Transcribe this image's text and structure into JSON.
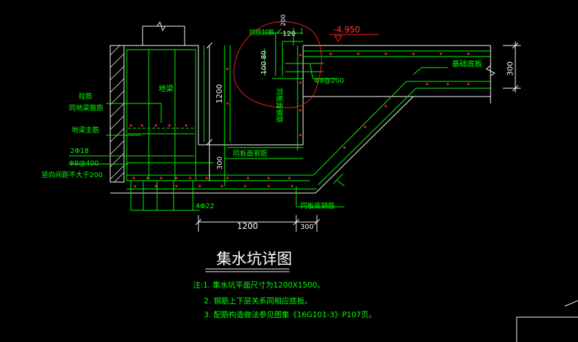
{
  "colors": {
    "background": "#000000",
    "outline": "#ffffff",
    "rebar": "#00ff00",
    "highlight": "#ff2020"
  },
  "title": "集水坑详图",
  "labels": {
    "tie_bar": "拉筋",
    "beam_rebar_same": "同地梁箍筋",
    "ground_beam": "地梁",
    "beam_main_bar": "地梁主筋",
    "bar_2phi18": "2Φ18",
    "bar_phi8_400": "Φ8@400",
    "vertical_spacing": "竖向间距不大于200",
    "bar_4phi22": "4Φ22",
    "side_rebar": "同板面钢筋",
    "bottom_rebar": "同板底钢筋",
    "slab_face_vertical": "同板面钢筋",
    "circle_bar": "四肢封筋",
    "phi8_200": "Φ8@200",
    "foundation_slab": "基础底板",
    "elevation": "-4.950"
  },
  "dimensions": {
    "d1200_bottom": "1200",
    "d300_bottom": "300",
    "d1200_vertical": "1200",
    "d300_vertical": "300",
    "d300_right": "300",
    "d120": "120",
    "d200": "200",
    "d80": "80",
    "d100": "100"
  },
  "notes": [
    "注:1. 集水坑平面尺寸为1200X1500。",
    "2. 钢筋上下层关系同相应底板。",
    "3. 配筋构造做法参见图集《16G101-3》P107页。"
  ]
}
